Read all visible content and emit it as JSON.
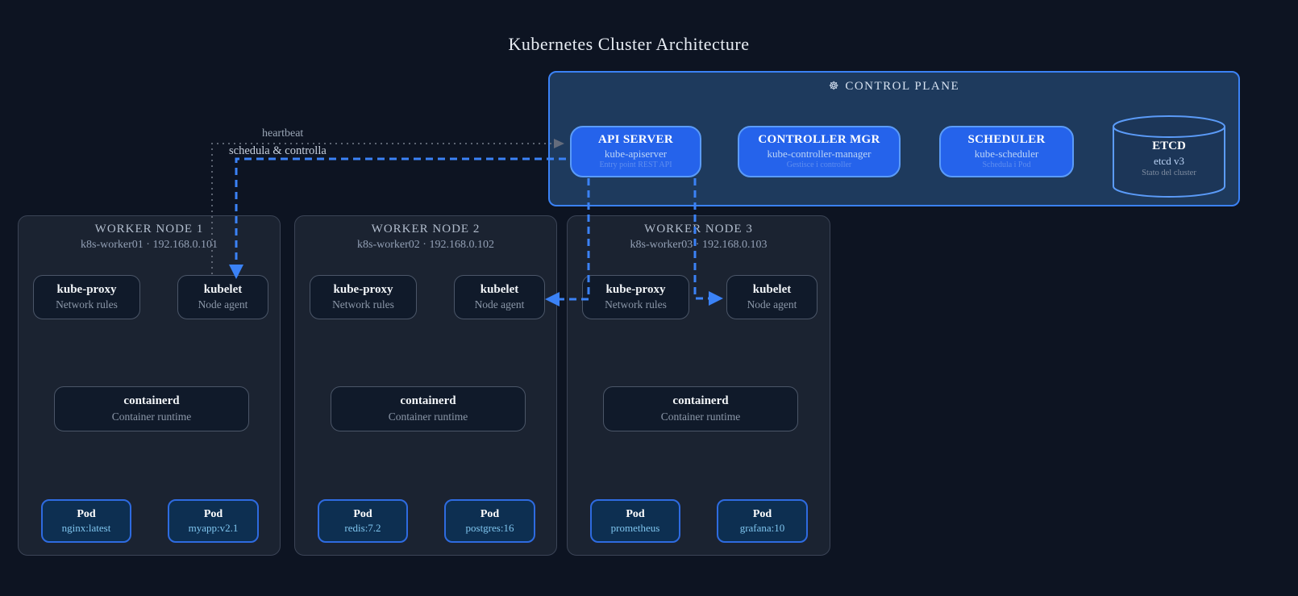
{
  "title": "Kubernetes Cluster Architecture",
  "colors": {
    "accent_blue": "#3b82f6",
    "component_blue": "#2563eb",
    "pod_border": "#2e6be0",
    "heartbeat_gray": "#6b7280",
    "page_bg": "#0d1422"
  },
  "control_plane": {
    "icon": "☸",
    "label": "CONTROL PLANE",
    "components": [
      {
        "title": "API SERVER",
        "subtitle": "kube-apiserver",
        "caption": "Entry point REST API"
      },
      {
        "title": "CONTROLLER MGR",
        "subtitle": "kube-controller-manager",
        "caption": "Gestisce i controller"
      },
      {
        "title": "SCHEDULER",
        "subtitle": "kube-scheduler",
        "caption": "Schedula i Pod"
      }
    ],
    "etcd": {
      "title": "ETCD",
      "subtitle": "etcd v3",
      "caption": "Stato del cluster"
    }
  },
  "connections": {
    "heartbeat_label": "heartbeat",
    "control_label": "schedula & controlla"
  },
  "workers": [
    {
      "title": "WORKER NODE 1",
      "host": "k8s-worker01 · 192.168.0.101",
      "components": [
        {
          "title": "kube-proxy",
          "subtitle": "Network rules"
        },
        {
          "title": "kubelet",
          "subtitle": "Node agent"
        },
        {
          "title": "containerd",
          "subtitle": "Container runtime"
        }
      ],
      "pods": [
        {
          "title": "Pod",
          "subtitle": "nginx:latest"
        },
        {
          "title": "Pod",
          "subtitle": "myapp:v2.1"
        }
      ]
    },
    {
      "title": "WORKER NODE 2",
      "host": "k8s-worker02 · 192.168.0.102",
      "components": [
        {
          "title": "kube-proxy",
          "subtitle": "Network rules"
        },
        {
          "title": "kubelet",
          "subtitle": "Node agent"
        },
        {
          "title": "containerd",
          "subtitle": "Container runtime"
        }
      ],
      "pods": [
        {
          "title": "Pod",
          "subtitle": "redis:7.2"
        },
        {
          "title": "Pod",
          "subtitle": "postgres:16"
        }
      ]
    },
    {
      "title": "WORKER NODE 3",
      "host": "k8s-worker03 · 192.168.0.103",
      "components": [
        {
          "title": "kube-proxy",
          "subtitle": "Network rules"
        },
        {
          "title": "kubelet",
          "subtitle": "Node agent"
        },
        {
          "title": "containerd",
          "subtitle": "Container runtime"
        }
      ],
      "pods": [
        {
          "title": "Pod",
          "subtitle": "prometheus"
        },
        {
          "title": "Pod",
          "subtitle": "grafana:10"
        }
      ]
    }
  ]
}
